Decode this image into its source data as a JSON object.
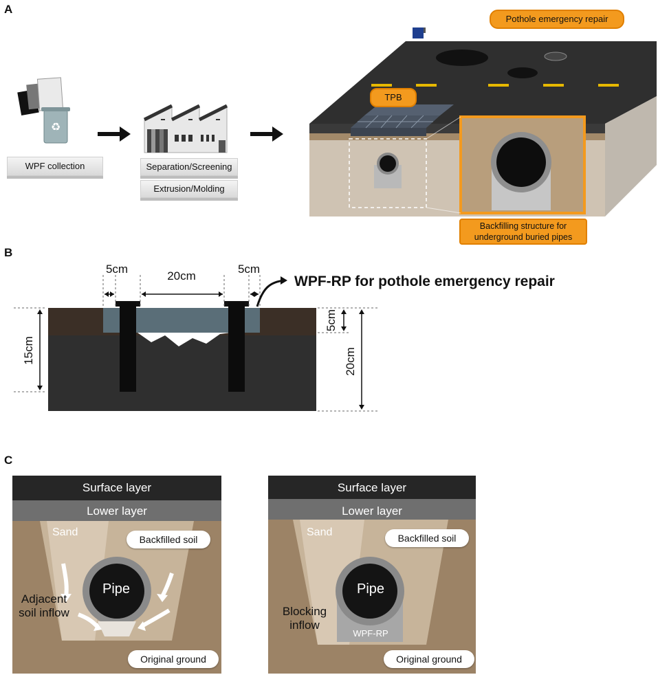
{
  "panels": {
    "a": "A",
    "b": "B",
    "c": "C"
  },
  "panel_a": {
    "step1_label": "WPF collection",
    "step2_label_1": "Separation/Screening",
    "step2_label_2": "Extrusion/Molding",
    "callout_pothole": "Pothole emergency repair",
    "callout_tpb": "TPB",
    "callout_backfill": "Backfilling structure for underground buried pipes"
  },
  "panel_b": {
    "title": "WPF-RP for pothole emergency repair",
    "dim_left_5": "5cm",
    "dim_mid_20": "20cm",
    "dim_right_5": "5cm",
    "dim_left_15": "15cm",
    "dim_right_5v": "5cm",
    "dim_right_20v": "20cm"
  },
  "panel_c": {
    "left": {
      "surface": "Surface layer",
      "lower": "Lower layer",
      "sand": "Sand",
      "backfilled": "Backfilled soil",
      "pipe": "Pipe",
      "adjacent": "Adjacent soil inflow",
      "original": "Original ground"
    },
    "right": {
      "surface": "Surface layer",
      "lower": "Lower layer",
      "sand": "Sand",
      "backfilled": "Backfilled soil",
      "pipe": "Pipe",
      "blocking": "Blocking inflow",
      "wpf_rp": "WPF-RP",
      "original": "Original ground"
    }
  },
  "colors": {
    "callout_orange": "#f39a1e",
    "asphalt": "#2e2e2e",
    "soil": "#b49a78",
    "wpf_rp_block": "#5a6e78"
  }
}
